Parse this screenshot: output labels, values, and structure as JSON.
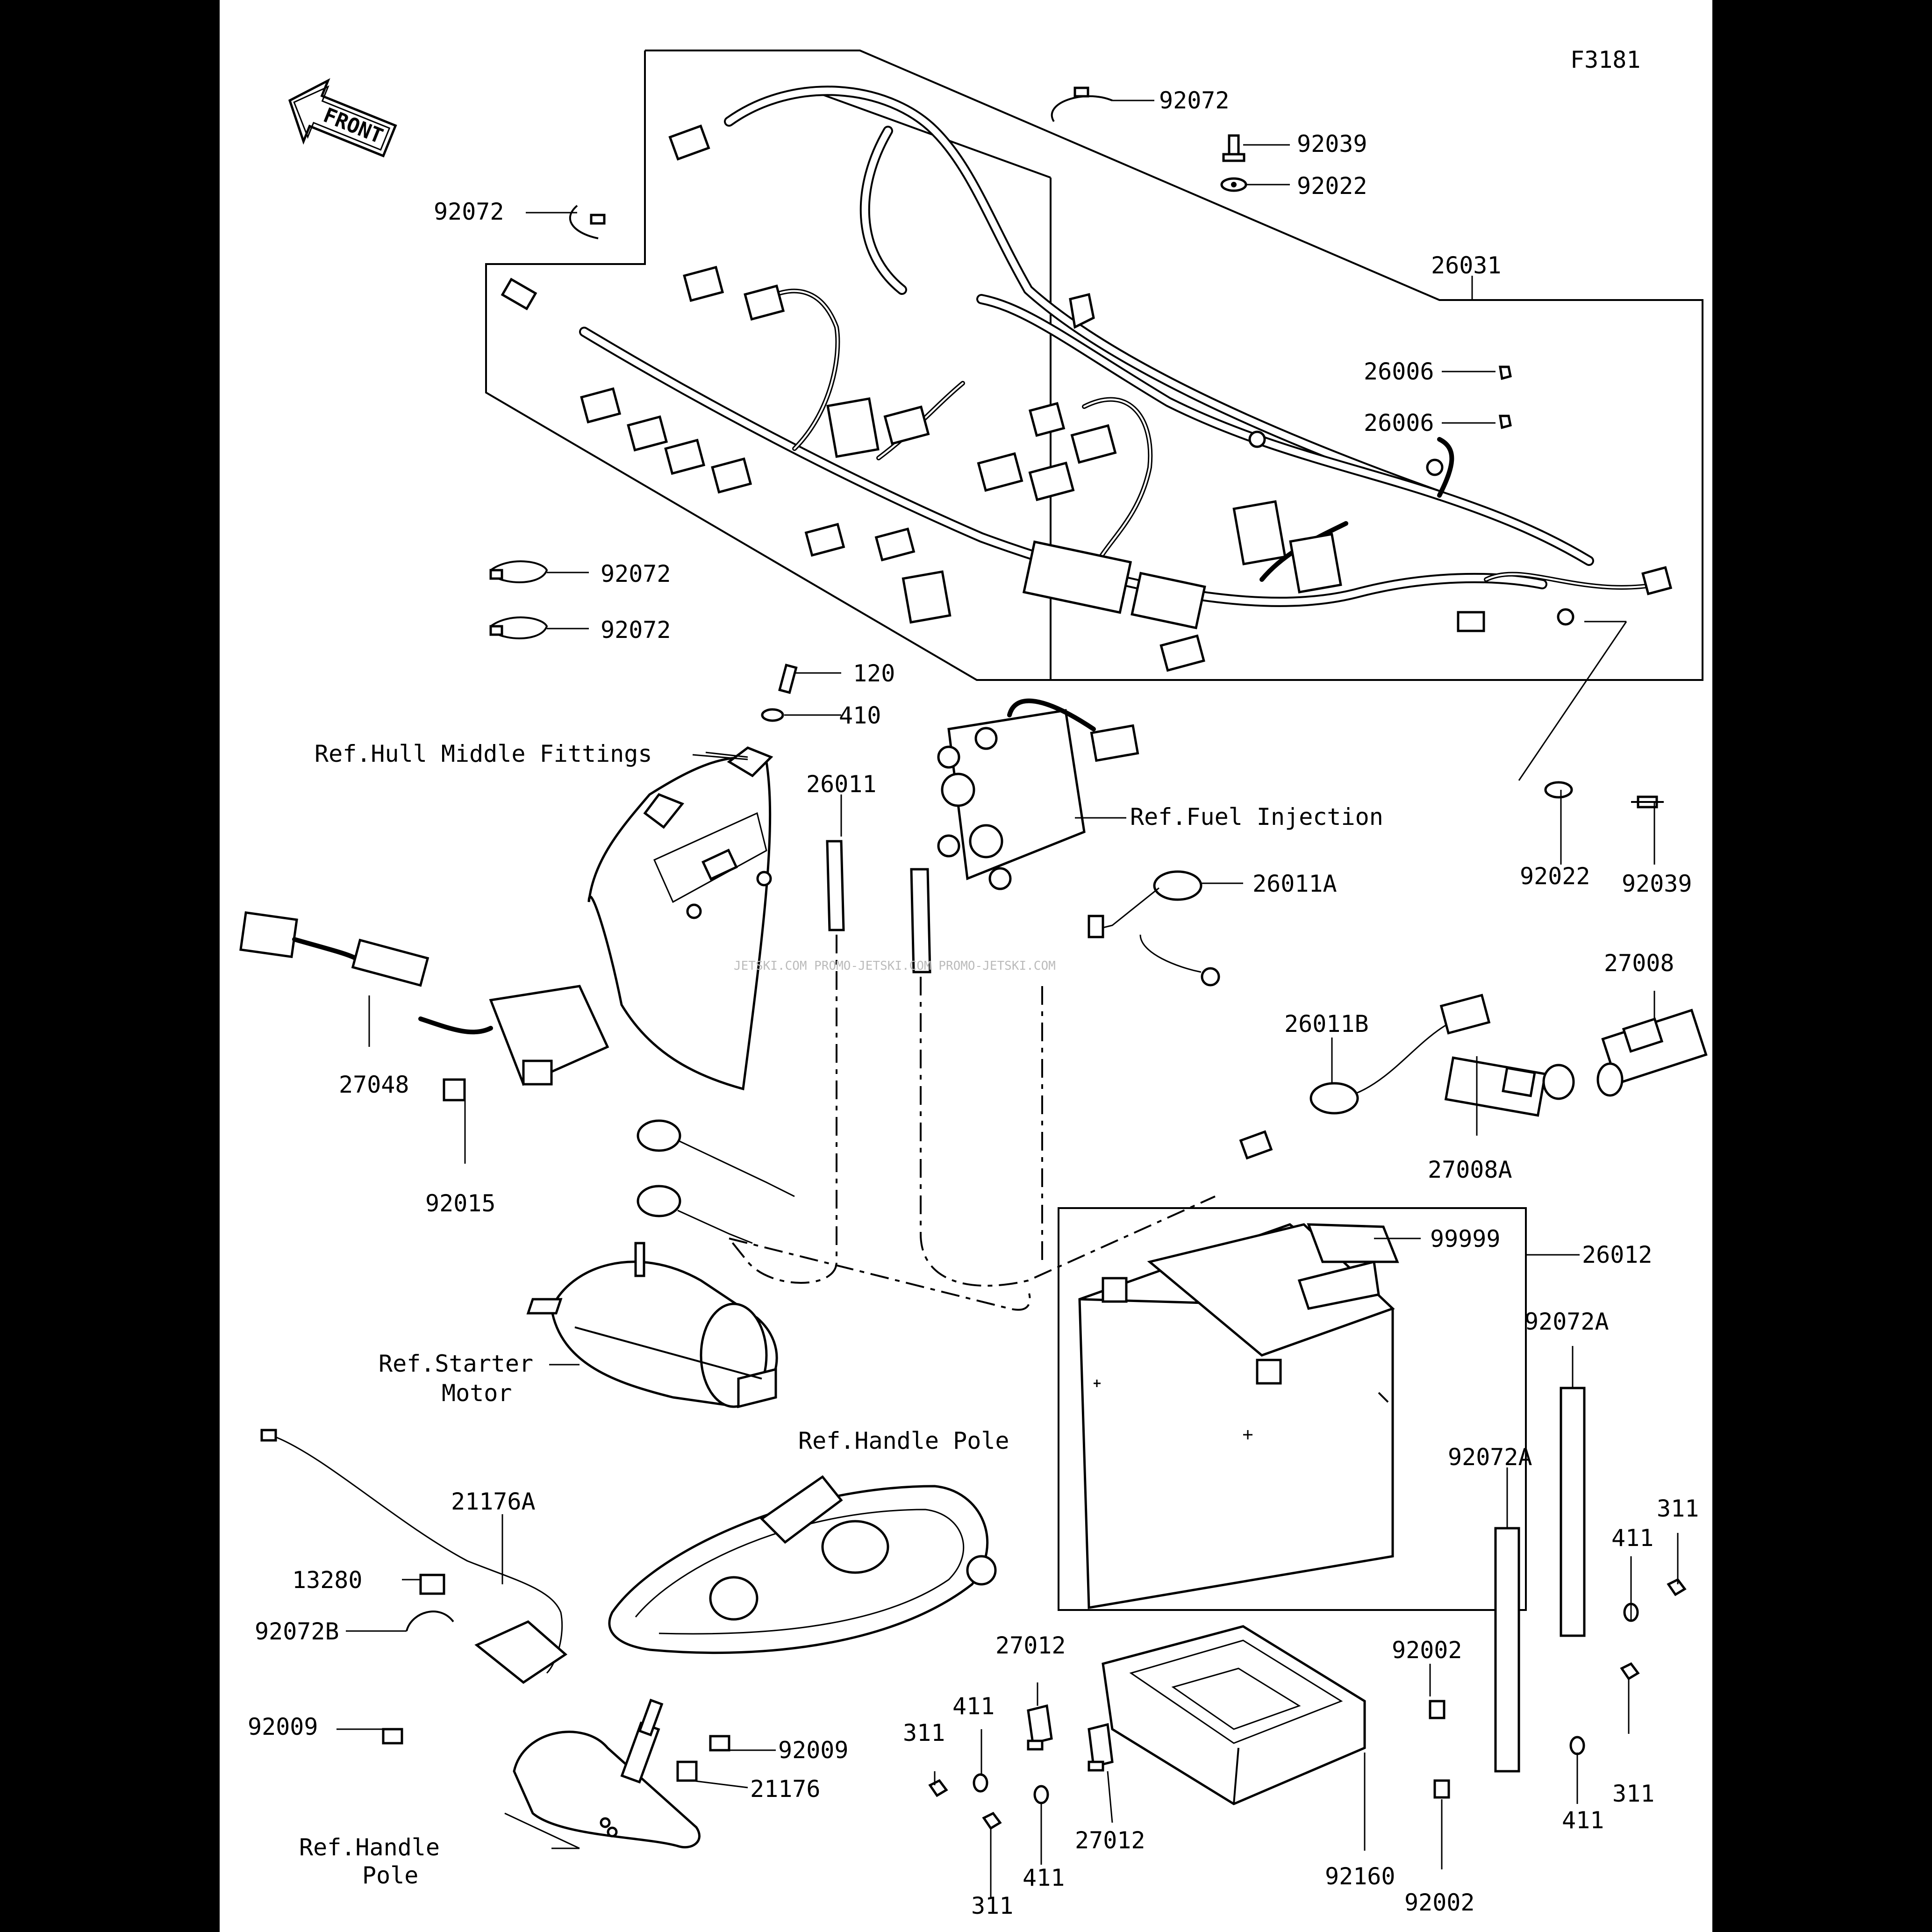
{
  "figure_id": "F3181",
  "front_marker": "FRONT",
  "watermark": "JETSKI.COM PROMO-JETSKI.COM PROMO-JETSKI.COM",
  "part_labels": [
    {
      "id": "l1",
      "text": "92072"
    },
    {
      "id": "l2",
      "text": "92039"
    },
    {
      "id": "l3",
      "text": "92022"
    },
    {
      "id": "l4",
      "text": "92072"
    },
    {
      "id": "l5",
      "text": "26031"
    },
    {
      "id": "l6",
      "text": "26006"
    },
    {
      "id": "l7",
      "text": "26006"
    },
    {
      "id": "l8",
      "text": "92072"
    },
    {
      "id": "l9",
      "text": "92072"
    },
    {
      "id": "l10",
      "text": "120"
    },
    {
      "id": "l11",
      "text": "410"
    },
    {
      "id": "l12",
      "text": "26011"
    },
    {
      "id": "l13",
      "text": "26011A"
    },
    {
      "id": "l14",
      "text": "92022"
    },
    {
      "id": "l15",
      "text": "92039"
    },
    {
      "id": "l16",
      "text": "27008"
    },
    {
      "id": "l17",
      "text": "27048"
    },
    {
      "id": "l18",
      "text": "92015"
    },
    {
      "id": "l19",
      "text": "26011B"
    },
    {
      "id": "l20",
      "text": "27008A"
    },
    {
      "id": "l21",
      "text": "99999"
    },
    {
      "id": "l22",
      "text": "26012"
    },
    {
      "id": "l23",
      "text": "92072A"
    },
    {
      "id": "l24",
      "text": "92072A"
    },
    {
      "id": "l25",
      "text": "21176A"
    },
    {
      "id": "l26",
      "text": "13280"
    },
    {
      "id": "l27",
      "text": "92072B"
    },
    {
      "id": "l28",
      "text": "92009"
    },
    {
      "id": "l29",
      "text": "92009"
    },
    {
      "id": "l30",
      "text": "21176"
    },
    {
      "id": "l31",
      "text": "27012"
    },
    {
      "id": "l32",
      "text": "411"
    },
    {
      "id": "l33",
      "text": "311"
    },
    {
      "id": "l34",
      "text": "311"
    },
    {
      "id": "l35",
      "text": "411"
    },
    {
      "id": "l36",
      "text": "27012"
    },
    {
      "id": "l37",
      "text": "92160"
    },
    {
      "id": "l38",
      "text": "92002"
    },
    {
      "id": "l39",
      "text": "92002"
    },
    {
      "id": "l40",
      "text": "411"
    },
    {
      "id": "l41",
      "text": "311"
    },
    {
      "id": "l42",
      "text": "411"
    },
    {
      "id": "l43",
      "text": "311"
    }
  ],
  "references": {
    "hull": "Ref.Hull Middle Fittings",
    "fuel": "Ref.Fuel Injection",
    "starter_1": "Ref.Starter",
    "starter_2": "Motor",
    "handle_pole": "Ref.Handle Pole",
    "handle_pole_2a": "Ref.Handle",
    "handle_pole_2b": "Pole"
  }
}
